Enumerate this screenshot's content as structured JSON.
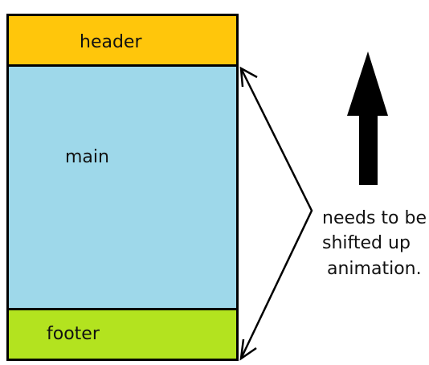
{
  "colors": {
    "header": "#FFC60B",
    "main": "#9ED8EA",
    "footer": "#B3E31F",
    "outline": "#000000"
  },
  "blocks": {
    "header": {
      "label": "header"
    },
    "main": {
      "label": "main"
    },
    "footer": {
      "label": "footer"
    }
  },
  "annotation": {
    "lines": [
      "needs to be",
      "shifted up",
      "animation."
    ]
  },
  "icons": {
    "up_arrow": "up-arrow-icon",
    "double_arrow": "double-headed-arrow-icon"
  }
}
